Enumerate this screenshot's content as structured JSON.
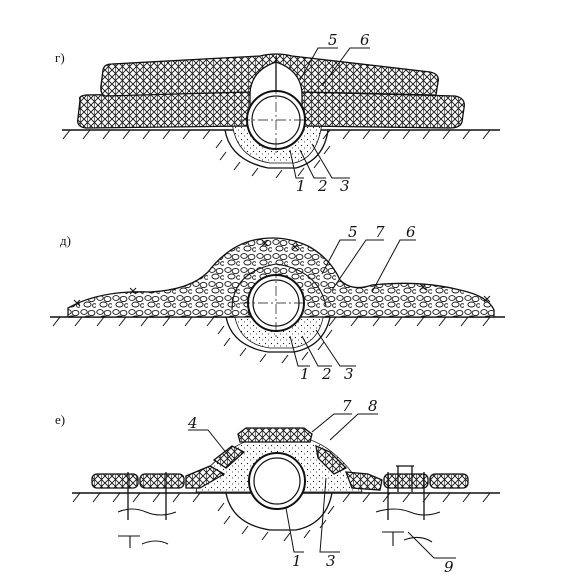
{
  "figure": {
    "sections": [
      {
        "letter": "г)",
        "labels": [
          "5",
          "6",
          "1",
          "2",
          "3"
        ]
      },
      {
        "letter": "д)",
        "labels": [
          "5",
          "7",
          "6",
          "1",
          "2",
          "3"
        ]
      },
      {
        "letter": "е)",
        "labels": [
          "4",
          "7",
          "8",
          "1",
          "3",
          "9"
        ]
      }
    ]
  }
}
